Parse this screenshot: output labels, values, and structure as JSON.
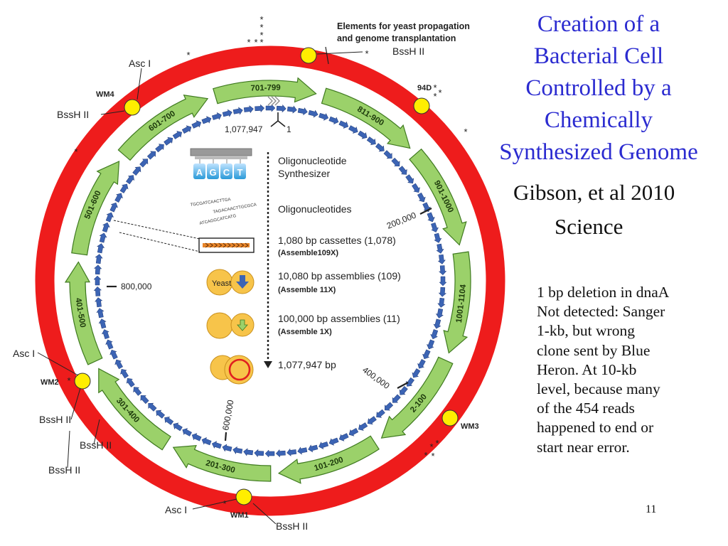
{
  "slide": {
    "title_lines": [
      "Creation of a",
      "Bacterial Cell",
      "Controlled by a",
      "Chemically",
      "Synthesized Genome"
    ],
    "citation_line1": "Gibson, et al 2010",
    "citation_line2": "Science",
    "note_lines": [
      "1 bp deletion in dnaA",
      "Not detected:  Sanger",
      "1-kb, but wrong",
      "clone sent by Blue",
      "Heron.  At 10-kb",
      "level, because many",
      "of the 454 reads",
      "happened to end or",
      "start  near error."
    ],
    "page_number": "11"
  },
  "diagram": {
    "header_line1": "Elements for yeast propagation",
    "header_line2": "and genome transplantation",
    "segments": [
      "811-900",
      "901-1000",
      "1001-1104",
      "2-100",
      "101-200",
      "201-300",
      "301-400",
      "401-500",
      "501-600",
      "601-700",
      "701-799"
    ],
    "site_labels": {
      "bssh_top": "BssH II",
      "asc_wm4": "Asc I",
      "wm4": "WM4",
      "bssh_wm4": "BssH II",
      "wm94d": "94D",
      "asc_wm2": "Asc I",
      "wm2": "WM2",
      "bssh_wm2": "BssH II",
      "bssh_mid": "BssH II",
      "bssh_bot": "BssH II",
      "wm3": "WM3",
      "asc_wm1": "Asc I",
      "wm1": "WM1",
      "bssh_wm1": "BssH II"
    },
    "coords": {
      "start": "1,077,947",
      "one": "1",
      "c200k": "200,000",
      "c400k": "400,000",
      "c600k": "600,000",
      "c800k": "800,000"
    },
    "steps": {
      "synth_label1": "Oligonucleotide",
      "synth_label2": "Synthesizer",
      "nucleotides": [
        "A",
        "G",
        "C",
        "T"
      ],
      "oligo_label": "Oligonucleotides",
      "oligo_seqs": [
        "TGCGATCAACTTGA",
        "TAGACAACTTGCGCA",
        "ATCAGGCATCATG"
      ],
      "cassettes_label": "1,080 bp cassettes (1,078)",
      "cassettes_sub": "(Assemble109X)",
      "asm10k_label": "10,080 bp assemblies (109)",
      "asm10k_sub": "(Assemble 11X)",
      "yeast_word": "Yeast",
      "asm100k_label": "100,000 bp assemblies (11)",
      "asm100k_sub": "(Assemble 1X)",
      "final_label": "1,077,947 bp"
    },
    "colors": {
      "outer_ring": "#ee1c1c",
      "segment_fill": "#9bd16a",
      "segment_stroke": "#3f7a20",
      "inner_arrows": "#3c64b4",
      "marker": "#ffee00",
      "yeast": "#f7c44a",
      "title": "#2b2bd0"
    }
  }
}
